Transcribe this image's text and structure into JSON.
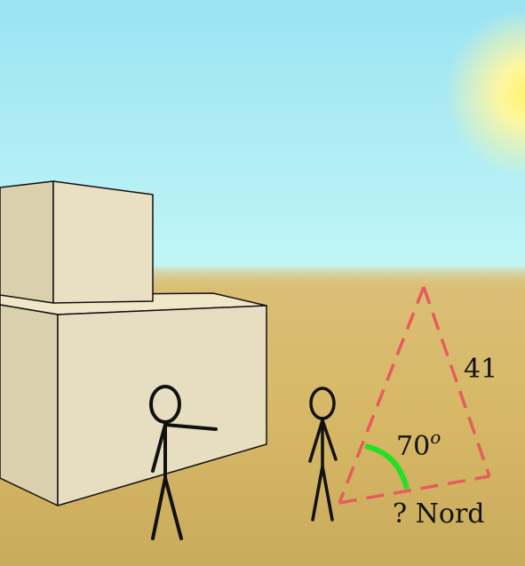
{
  "labels": {
    "side_length": "41",
    "angle_value": "70",
    "angle_unit": "o",
    "unknown_marker": "?",
    "direction": "Nord"
  },
  "colors": {
    "sky_top": "#9ee6f4",
    "sky_bottom": "#bff5f7",
    "sand_top": "#e0c07a",
    "sand_bottom": "#c8a95a",
    "sun": "#fff5a0",
    "block_front": "#e8dfc3",
    "block_side": "#d9cfae",
    "block_top": "#f1e8cc",
    "triangle_dash": "#e85a5a",
    "angle_arc": "#22e022",
    "stick_figure": "#111111"
  },
  "icons": [
    "sun-icon",
    "stick-figure-pointing-icon",
    "stick-figure-icon"
  ]
}
